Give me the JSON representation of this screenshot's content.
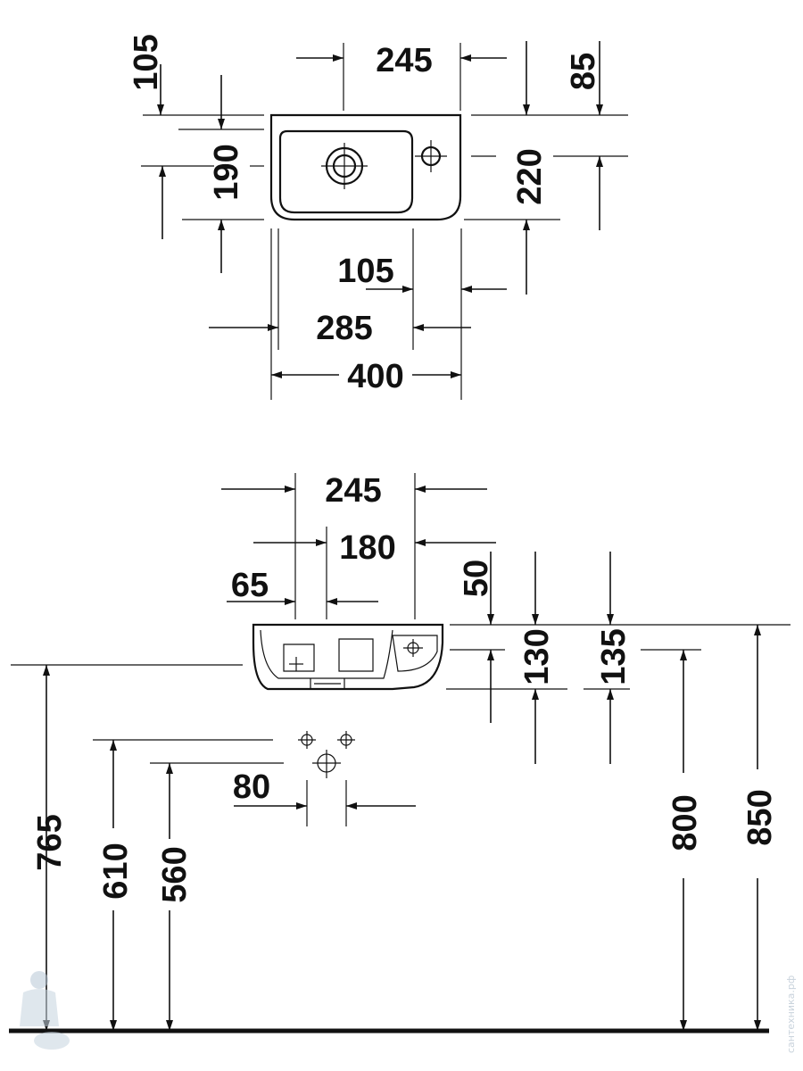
{
  "top_view": {
    "dims": {
      "d105a": "105",
      "d245": "245",
      "d85": "85",
      "d190": "190",
      "d220": "220",
      "d105b": "105",
      "d285": "285",
      "d400": "400"
    }
  },
  "side_view": {
    "dims": {
      "d245": "245",
      "d180": "180",
      "d65": "65",
      "d50": "50",
      "d130": "130",
      "d135": "135",
      "d80": "80",
      "d765": "765",
      "d610": "610",
      "d560": "560",
      "d800": "800",
      "d850": "850"
    }
  },
  "watermark": {
    "text": "сантехника.рф"
  },
  "colors": {
    "line": "#111111",
    "background": "#ffffff",
    "watermark": "#c9d3dc"
  }
}
